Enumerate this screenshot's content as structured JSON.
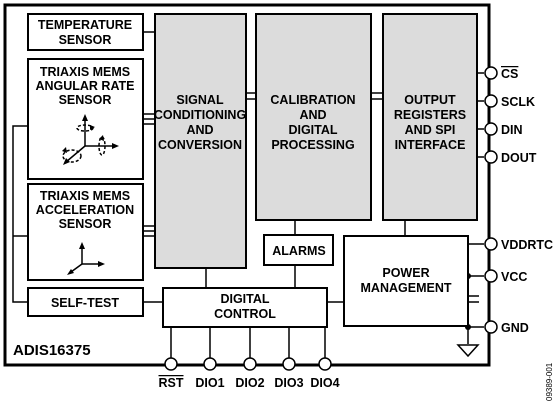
{
  "part_number": "ADIS16375",
  "figure_id": "09389-001",
  "blocks": {
    "temperature_sensor": [
      "TEMPERATURE",
      "SENSOR"
    ],
    "gyro": [
      "TRIAXIS MEMS",
      "ANGULAR RATE",
      "SENSOR"
    ],
    "accel": [
      "TRIAXIS MEMS",
      "ACCELERATION",
      "SENSOR"
    ],
    "signal_conditioning": [
      "SIGNAL",
      "CONDITIONING",
      "AND",
      "CONVERSION"
    ],
    "calibration": [
      "CALIBRATION",
      "AND",
      "DIGITAL",
      "PROCESSING"
    ],
    "output_registers": [
      "OUTPUT",
      "REGISTERS",
      "AND SPI",
      "INTERFACE"
    ],
    "alarms": "ALARMS",
    "power_management": [
      "POWER",
      "MANAGEMENT"
    ],
    "self_test": "SELF-TEST",
    "digital_control": [
      "DIGITAL",
      "CONTROL"
    ]
  },
  "right_pins": [
    "CS",
    "SCLK",
    "DIN",
    "DOUT",
    "VDDRTC",
    "VCC",
    "GND"
  ],
  "bottom_pins": [
    "RST",
    "DIO1",
    "DIO2",
    "DIO3",
    "DIO4"
  ]
}
